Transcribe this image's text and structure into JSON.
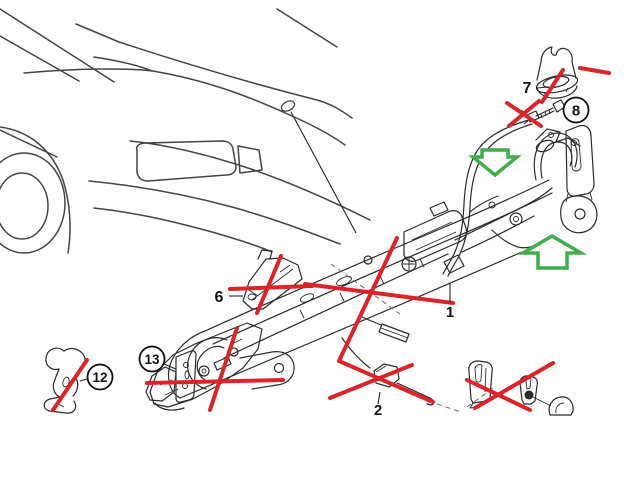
{
  "diagram": {
    "callouts": [
      {
        "id": "7",
        "label": "7",
        "style": "plain"
      },
      {
        "id": "8",
        "label": "8",
        "style": "circled"
      },
      {
        "id": "6",
        "label": "6",
        "style": "plain"
      },
      {
        "id": "1",
        "label": "1",
        "style": "plain"
      },
      {
        "id": "2",
        "label": "2",
        "style": "plain"
      },
      {
        "id": "12",
        "label": "12",
        "style": "circled"
      },
      {
        "id": "13",
        "label": "13",
        "style": "circled"
      }
    ],
    "markers": {
      "crossed_out_parts": [
        "7",
        "8",
        "6",
        "2",
        "12",
        "13",
        "clips"
      ],
      "green_arrows": [
        "down",
        "up"
      ]
    },
    "colors": {
      "annotation_red": "#de2328",
      "arrow_green": "#3fae4a",
      "line_art": "#2a2a2a",
      "car_line": "#444444",
      "background": "#ffffff"
    }
  }
}
